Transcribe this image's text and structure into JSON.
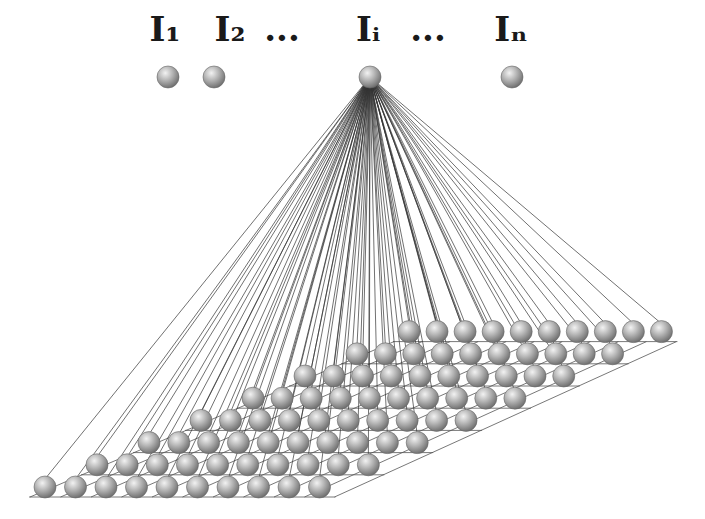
{
  "diagram": {
    "labels": [
      "I₁",
      "I₂",
      "...",
      "Iᵢ",
      "...",
      "Iₙ"
    ]
  }
}
